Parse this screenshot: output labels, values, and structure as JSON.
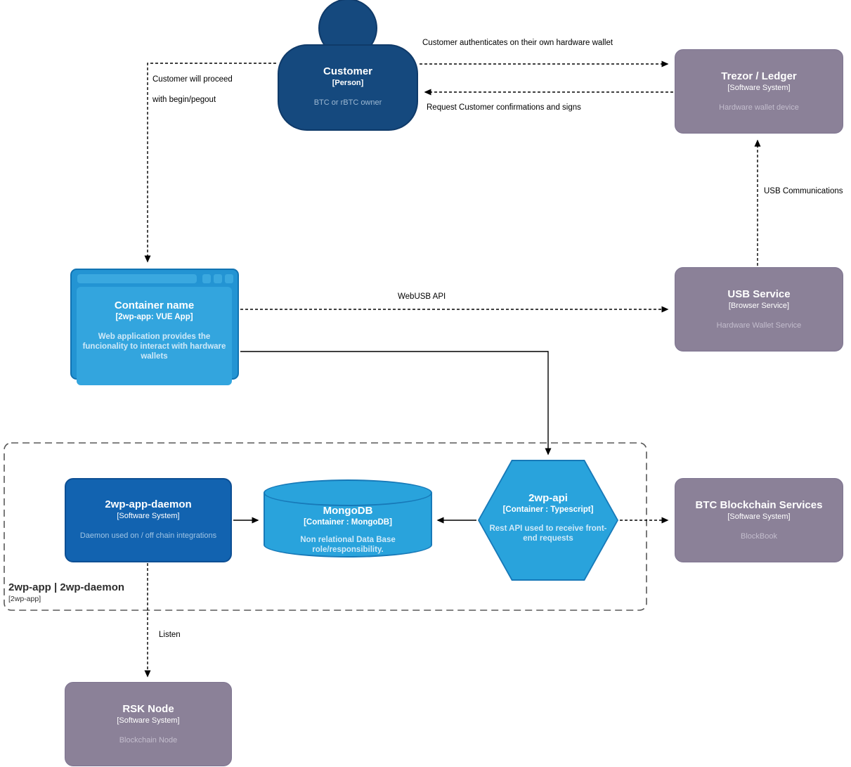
{
  "diagram": {
    "nodes": {
      "customer": {
        "title": "Customer",
        "subtitle": "[Person]",
        "description": "BTC or rBTC owner"
      },
      "trezor": {
        "title": "Trezor / Ledger",
        "subtitle": "[Software System]",
        "description": "Hardware wallet device"
      },
      "container": {
        "title": "Container name",
        "subtitle": "[2wp-app: VUE App]",
        "description": "Web application provides the funcionality to interact with hardware wallets"
      },
      "usb_service": {
        "title": "USB Service",
        "subtitle": "[Browser Service]",
        "description": "Hardware Wallet Service"
      },
      "daemon": {
        "title": "2wp-app-daemon",
        "subtitle": "[Software System]",
        "description": "Daemon used on / off chain integrations"
      },
      "mongodb": {
        "title": "MongoDB",
        "subtitle": "[Container : MongoDB]",
        "description": "Non relational Data Base role/responsibility."
      },
      "api": {
        "title": "2wp-api",
        "subtitle": "[Container : Typescript]",
        "description": "Rest API used to receive front-end requests"
      },
      "btc_services": {
        "title": "BTC Blockchain Services",
        "subtitle": "[Software System]",
        "description": "BlockBook"
      },
      "rsk_node": {
        "title": "RSK Node",
        "subtitle": "[Software System]",
        "description": "Blockchain Node"
      }
    },
    "boundary": {
      "title": "2wp-app | 2wp-daemon",
      "subtitle": "[2wp-app]"
    },
    "edges": {
      "auth": {
        "label": "Customer authenticates on their own hardware wallet"
      },
      "confirm": {
        "label": "Request Customer confirmations and signs"
      },
      "proceed": {
        "label_line1": "Customer will proceed",
        "label_line2": "with begin/pegout"
      },
      "usb_comm": {
        "label": "USB Communications"
      },
      "webusb": {
        "label": "WebUSB API"
      },
      "listen": {
        "label": "Listen"
      }
    },
    "colors": {
      "person_fill": "#15497E",
      "external_fill": "#8B8198",
      "browser_frame_fill": "#2394D3",
      "browser_inner_fill": "#33A5DE",
      "component_fill": "#29A3DC",
      "daemon_fill": "#1263B0",
      "edge_stroke": "#000000",
      "boundary_stroke": "#595959"
    }
  }
}
